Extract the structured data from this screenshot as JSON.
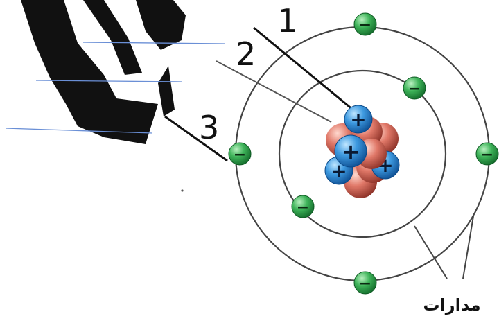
{
  "labels": {
    "pointer_1": "1",
    "pointer_2": "2",
    "pointer_3": "3",
    "orbits_caption": "مدارات"
  },
  "symbols": {
    "electron": "−",
    "proton": "+"
  },
  "colors": {
    "electron": "#2e9d4a",
    "proton": "#1f7fd0",
    "neutron": "#d9665a",
    "orbit": "#444444",
    "pointer": "#111111",
    "answer_line": "#6a8fd6",
    "watermark": "#111111"
  }
}
